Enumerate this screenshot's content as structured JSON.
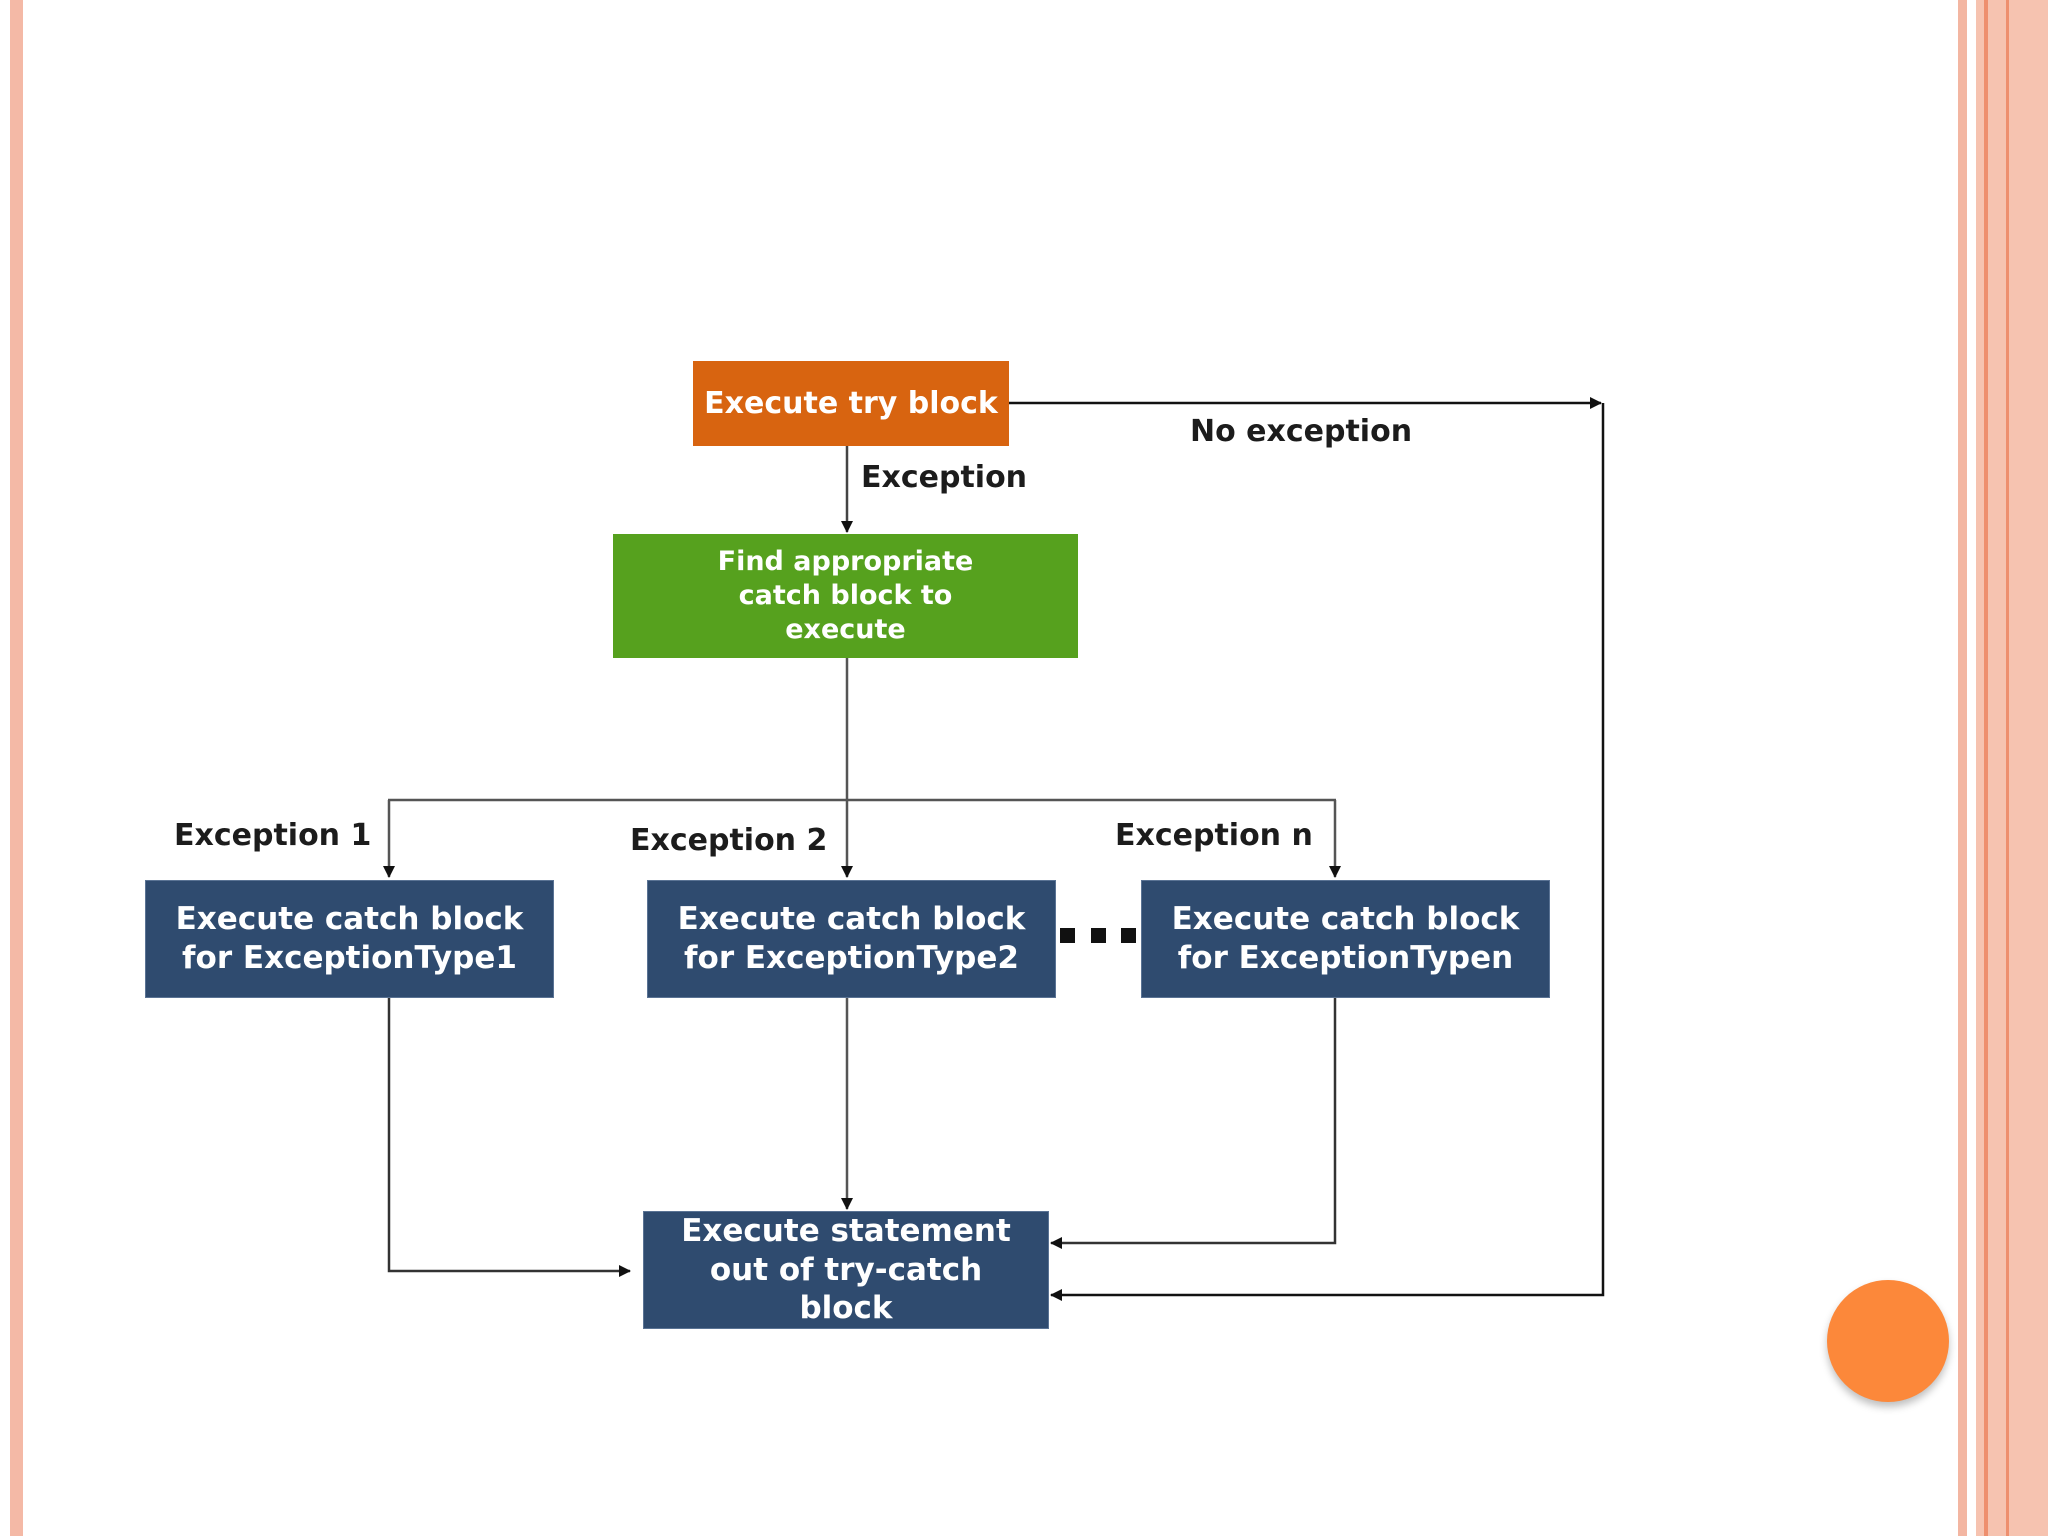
{
  "diagram": {
    "nodes": {
      "try_block": "Execute try block",
      "find_catch": "Find appropriate catch block to execute",
      "catch1": "Execute catch block for ExceptionType1",
      "catch2": "Execute catch block for ExceptionType2",
      "catchn": "Execute catch block for ExceptionTypen",
      "out": "Execute statement out of try-catch block"
    },
    "edge_labels": {
      "exception": "Exception",
      "no_exception": "No exception",
      "exception1": "Exception 1",
      "exception2": "Exception 2",
      "exceptionn": "Exception n"
    }
  },
  "colors": {
    "try_block": "#d86410",
    "find_catch": "#56a11e",
    "catch_blocks": "#2f4b6f",
    "accent_circle": "#fc883a",
    "slide_border": "#f4b9a6"
  }
}
